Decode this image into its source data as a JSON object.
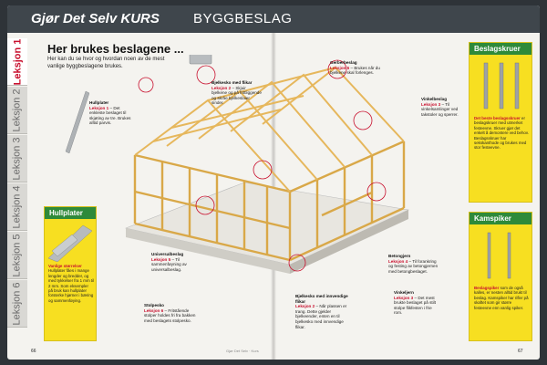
{
  "header": {
    "brand": "Gjør Det Selv KURS",
    "section": "BYGGBESLAG"
  },
  "tabs": [
    "Leksjon 1",
    "Leksjon 2",
    "Leksjon 3",
    "Leksjon 4",
    "Leksjon 5",
    "Leksjon 6"
  ],
  "active_tab": "Leksjon 1",
  "title": "Her brukes beslagene ...",
  "intro": "Her kan du se hvor og hvordan noen av de mest vanlige byggbeslagene brukes.",
  "callouts": {
    "hullplater": {
      "title": "Hullplater",
      "lek": "Leksjon 1",
      "text": "– Det enkleste beslaget til skjøting av tre. Brukes alltid parvis."
    },
    "bjelkesko": {
      "title": "Bjelkesko med flikar",
      "lek": "Leksjon 2",
      "text": "– Skjuir bjelkene og på frittliggende og skråe bjelkeslaier sinder."
    },
    "gerbe": {
      "title": "Gerberbeslag",
      "lek": "Leksjon 5",
      "text": "– Brukes når du bjelkene skal forlenges."
    },
    "vinkel": {
      "title": "Vinkelbeslag",
      "lek": "Leksjon 3",
      "text": "– Til vinkelsamlinger ved takstoler og sperrer."
    },
    "universal": {
      "title": "Universalbeslag",
      "lek": "Leksjon 5",
      "text": "– Til sammenføyning av universalbeslag."
    },
    "stolpesko": {
      "title": "Stolpesko",
      "lek": "Leksjon 6",
      "text": "– Fritstående stolper holdes fri fra bakken med beslagets stolpesko."
    },
    "innvendig": {
      "title": "Bjelkesko med innvendige flikar",
      "lek": "Leksjon 2",
      "text": "– Når plassen er trang. Dette gjelder bjelkeender, enten en til bjelkesko med innvendige flikar."
    },
    "vinkeljern": {
      "title": "Vinkeljern",
      "lek": "Leksjon 3",
      "text": "– Det mest brukte beslaget på stilt stolpe flikfesten i frie rom."
    },
    "betong": {
      "title": "Betongjern",
      "lek": "Leksjon 4",
      "text": "– Til forankring og festing av betongjernen med betongbeslaget."
    }
  },
  "hullplater_box": {
    "title": "Hullplater",
    "lek": "Vanlige størrelser",
    "text": "Hullplater fåes i mange lengder og bredder, og med tykkelser fra 1 mm til 2 mm. Som eksempler på bruk kan hullplater forsterke hjørner i bæring og sammenføying."
  },
  "beslagskruer_box": {
    "title": "Beslagskruer",
    "lek": "Det beste beslagsskruer",
    "text": "er beslagskruer med utmerket festeevne. Skruer gjør det enkelt å demontere ved behov. Beslagsskruer har sekskanthode og brukes med stor festeevne."
  },
  "kamspiker_box": {
    "title": "Kamspiker",
    "lek": "Beslagspiker",
    "text": "som de også kalles, er nesten alltid brukt til beslag. Kamspiker har rifler på skaftet som gir større festeevne enn vanlig spiker."
  },
  "footer_left": "66",
  "footer_right": "67",
  "footer_center": "Gjør Det Selv · Kurs",
  "colors": {
    "accent_red": "#c8102e",
    "yellow": "#f7df21",
    "green": "#2e8a3a",
    "header": "#3f464c",
    "wood": "#f0cf8a"
  }
}
